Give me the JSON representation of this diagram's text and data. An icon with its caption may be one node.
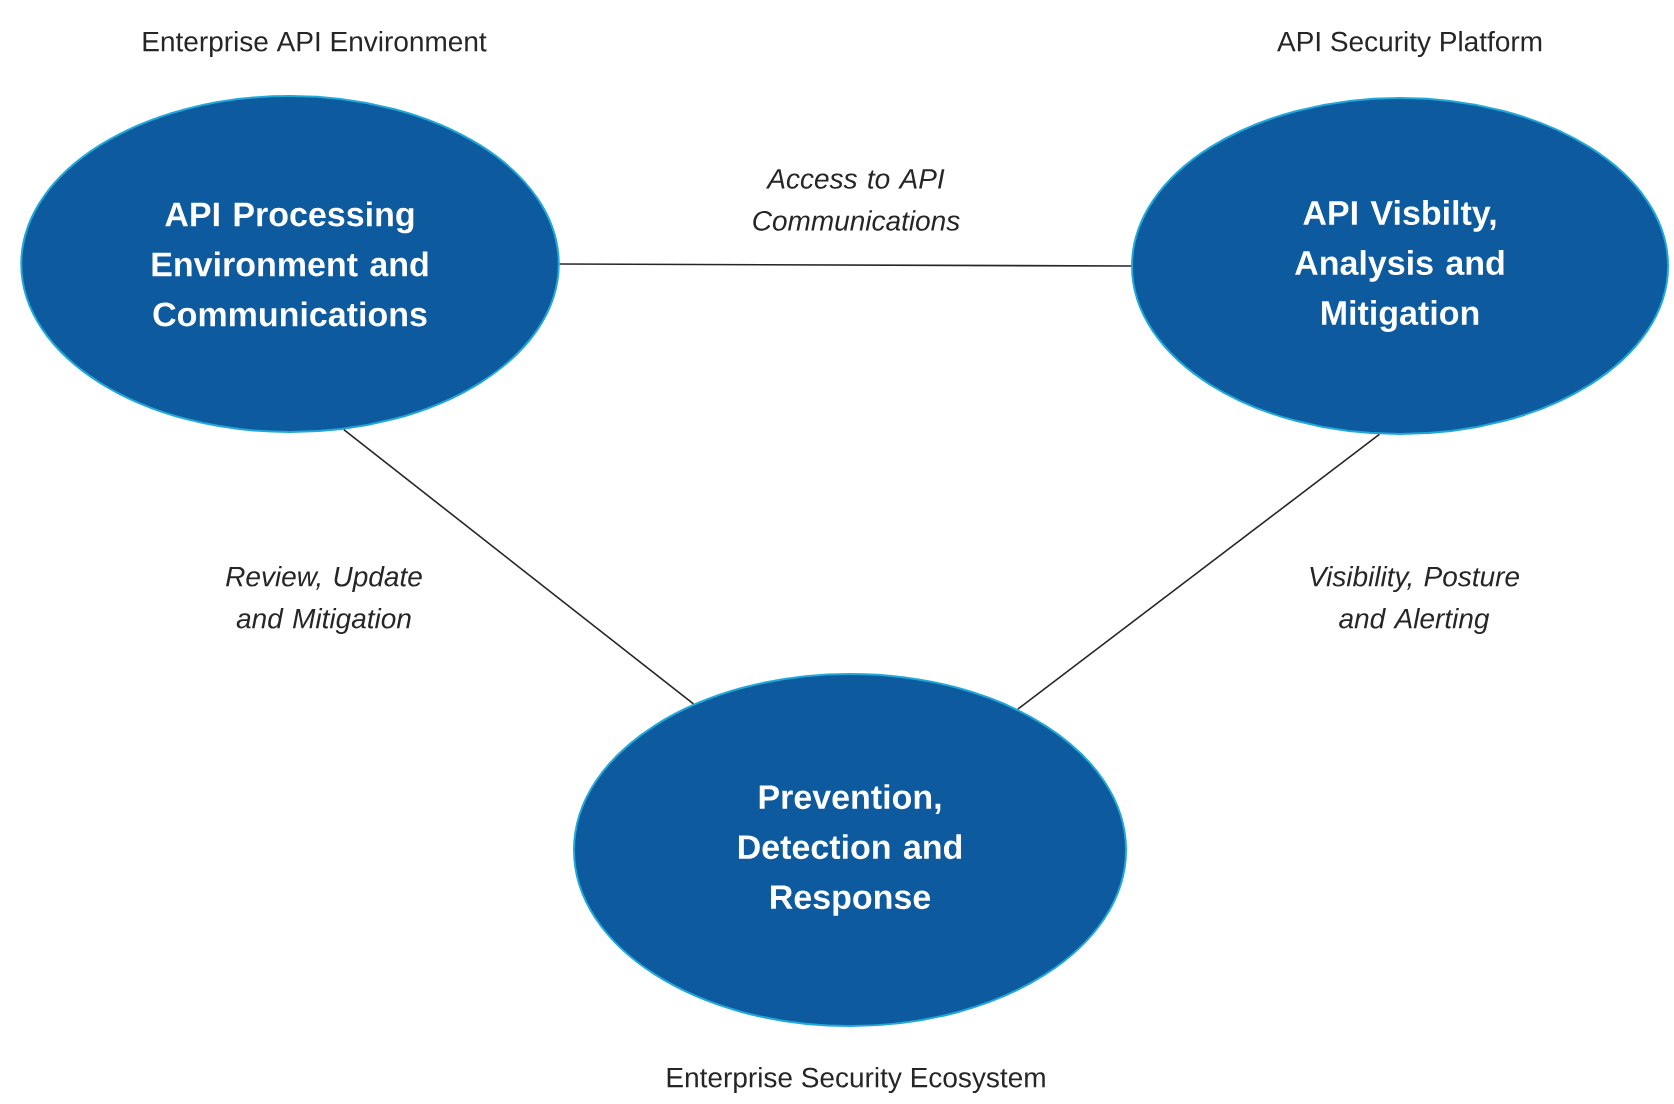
{
  "diagram": {
    "nodes": [
      {
        "text": [
          "Enterprise API Environment",
          "API Processing Environment and Communications"
        ]
      },
      {
        "text": [
          "API Security Platform",
          "API Visbilty, Analysis and Mitigation"
        ]
      },
      {
        "text": [
          "Prevention, Detection and Response",
          "Enterprise Security Ecosystem"
        ]
      }
    ],
    "edges": [
      {
        "from": 0,
        "to": 1,
        "arrow": "none",
        "label": "Access to API Communications"
      },
      {
        "from": 0,
        "to": 2,
        "arrow": "none",
        "label": "Review, Update and Mitigation"
      },
      {
        "from": 1,
        "to": 2,
        "arrow": "none",
        "label": "Visibility, Posture and Alerting"
      }
    ]
  }
}
